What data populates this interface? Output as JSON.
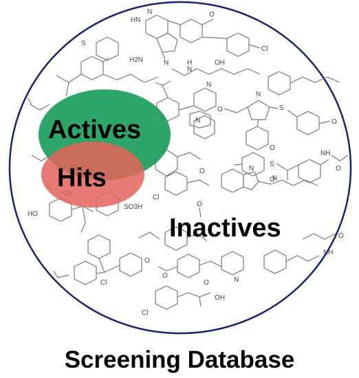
{
  "labels": {
    "actives": "Actives",
    "hits": "Hits",
    "inactives": "Inactives",
    "caption": "Screening Database"
  },
  "chem_labels": {
    "hn": "HN",
    "n_top": "N",
    "o_top": "O",
    "cl_top": "Cl",
    "h2n": "H2N",
    "n_nitrile": "N",
    "s_top": "S",
    "oh_mid": "OH",
    "h_nh": "H",
    "n_nh": "N",
    "n_pyr": "N",
    "n_triazole": "N",
    "s_triazole": "S",
    "o_right": "O",
    "n_mor": "N",
    "o_mor": "O",
    "o_sulf1": "O",
    "s_sulf": "S",
    "o_sulf2": "O",
    "nh_amide": "NH",
    "o_amide": "O",
    "cl_left": "Cl",
    "o_ester": "O",
    "oh_azo": "OH",
    "ho_azo": "HO",
    "so3h": "SO3H",
    "n_benz": "N",
    "n_imine": "N",
    "o_aldehyde": "O",
    "nh_urea": "NH",
    "o_urea": "O",
    "cl_stilbene": "Cl",
    "o_methoxy": "O",
    "o_acetoxy": "O",
    "n_pyridine2": "N",
    "oh_acid": "OH",
    "o_acid": "O",
    "cl_bottom": "Cl"
  },
  "colors": {
    "actives_fill": "#1e9e5e",
    "hits_fill": "#e3635b",
    "circle_stroke": "#1a1f6b"
  }
}
